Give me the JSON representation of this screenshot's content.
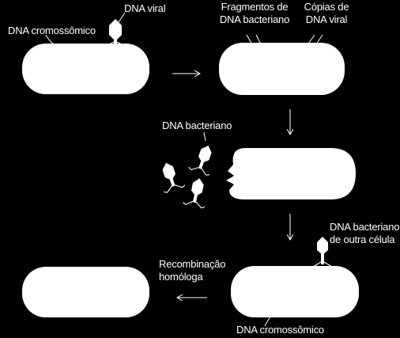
{
  "colors": {
    "background": "#000000",
    "foreground": "#ffffff"
  },
  "labels": {
    "viral_dna": "DNA viral",
    "chromosomal_dna_top": "DNA cromossômico",
    "bacterial_fragments_l1": "Fragmentos de",
    "bacterial_fragments_l2": "DNA bacteriano",
    "viral_copies_l1": "Cópias de",
    "viral_copies_l2": "DNA viral",
    "bacterial_dna": "DNA bacteriano",
    "other_cell_l1": "DNA bacteriano",
    "other_cell_l2": "de outra célula",
    "recombination_l1": "Recombinação",
    "recombination_l2": "homóloga",
    "chromosomal_dna_bottom": "DNA cromossômico"
  },
  "icons": {
    "arrow_1": "arrow-right-icon",
    "arrow_2": "arrow-down-icon",
    "arrow_3": "arrow-down-icon",
    "arrow_4": "arrow-left-icon",
    "phages": "bacteriophage-icon"
  }
}
